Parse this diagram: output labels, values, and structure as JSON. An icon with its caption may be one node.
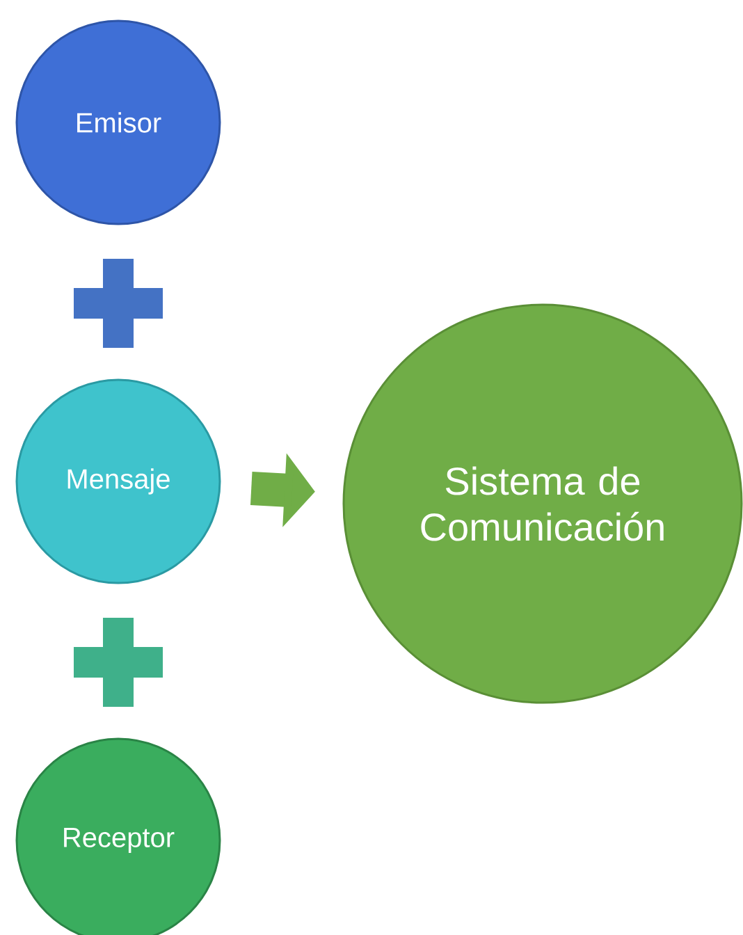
{
  "diagram": {
    "nodes": [
      {
        "text": [
          "Emisor"
        ]
      },
      {
        "text": [
          "Mensaje"
        ]
      },
      {
        "text": [
          "Receptor"
        ]
      },
      {
        "text": [
          "Sistema de Comunicación"
        ]
      }
    ],
    "edges": [
      {
        "from": 1,
        "to": 3,
        "arrow": "to"
      }
    ]
  }
}
